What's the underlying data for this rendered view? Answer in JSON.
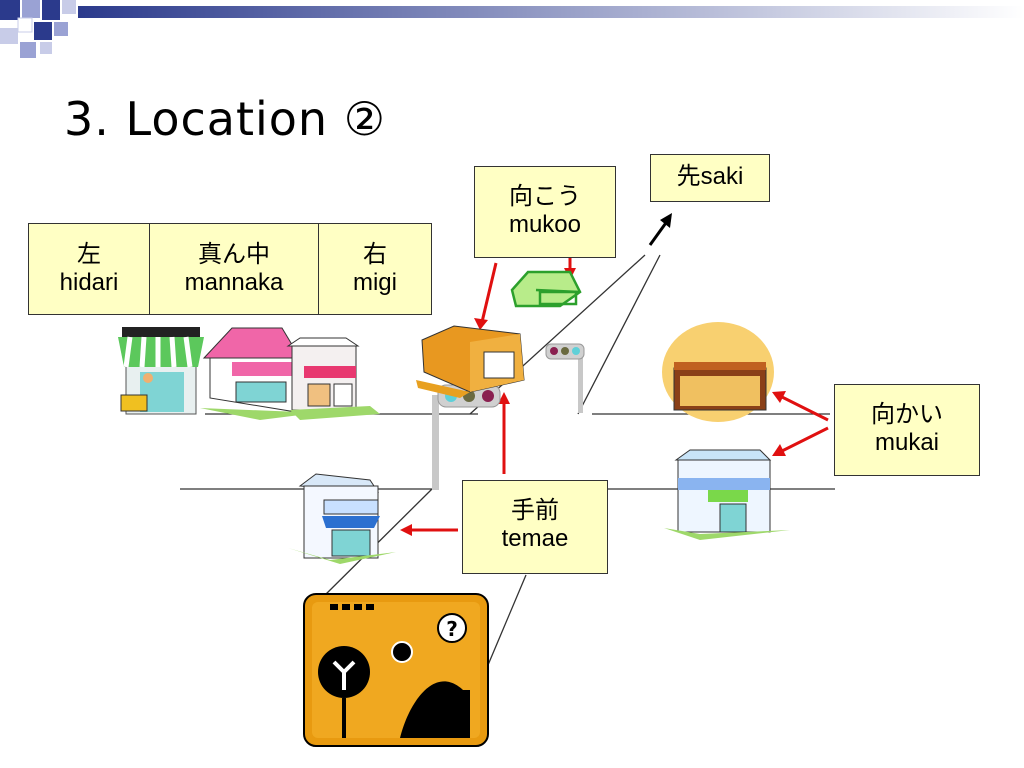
{
  "title": "3. Location ②",
  "table": {
    "cells": [
      {
        "jp": "左",
        "romaji": "hidari"
      },
      {
        "jp": "真ん中",
        "romaji": "mannaka"
      },
      {
        "jp": "右",
        "romaji": "migi"
      }
    ]
  },
  "labels": {
    "saki": {
      "jp": "先",
      "romaji": "saki"
    },
    "mukoo": {
      "jp": "向こう",
      "romaji": "mukoo"
    },
    "mukai": {
      "jp": "向かい",
      "romaji": "mukai"
    },
    "temae": {
      "jp": "手前",
      "romaji": "temae"
    }
  },
  "colors": {
    "label_bg": "#ffffc4",
    "arrow": "#e01010",
    "road": "#333333",
    "accent": "#e8a020"
  }
}
